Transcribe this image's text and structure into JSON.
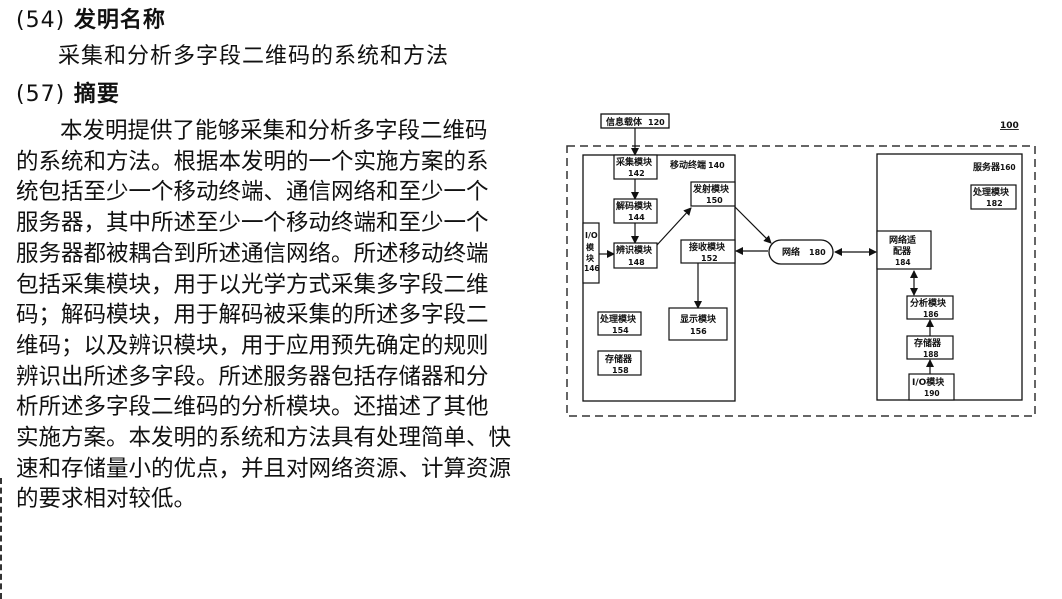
{
  "document": {
    "field_54": {
      "code": "(54)",
      "label": "发明名称"
    },
    "invention_title": "采集和分析多字段二维码的系统和方法",
    "field_57": {
      "code": "(57)",
      "label": "摘要"
    },
    "abstract_lines": [
      "本发明提供了能够采集和分析多字段二维码",
      "的系统和方法。根据本发明的一个实施方案的系",
      "统包括至少一个移动终端、通信网络和至少一个",
      "服务器，其中所述至少一个移动终端和至少一个",
      "服务器都被耦合到所述通信网络。所述移动终端",
      "包括采集模块，用于以光学方式采集多字段二维",
      "码；解码模块，用于解码被采集的所述多字段二",
      "维码；以及辨识模块，用于应用预先确定的规则",
      "辨识出所述多字段。所述服务器包括存储器和分",
      "析所述多字段二维码的分析模块。还描述了其他",
      "实施方案。本发明的系统和方法具有处理简单、快",
      "速和存储量小的优点，并且对网络资源、计算资源",
      "的要求相对较低。"
    ]
  },
  "figure": {
    "system_ref": "100",
    "info_carrier": {
      "name": "信息载体",
      "ref": "120"
    },
    "mobile_terminal": {
      "name": "移动终端",
      "ref": "140",
      "capture": {
        "name": "采集模块",
        "ref": "142"
      },
      "decode": {
        "name": "解码模块",
        "ref": "144"
      },
      "io": {
        "name_lines": [
          "I/O",
          "模",
          "块"
        ],
        "ref": "146"
      },
      "identify": {
        "name": "辨识模块",
        "ref": "148"
      },
      "transmit": {
        "name": "发射模块",
        "ref": "150"
      },
      "receive": {
        "name": "接收模块",
        "ref": "152"
      },
      "processing": {
        "name": "处理模块",
        "ref": "154"
      },
      "display": {
        "name": "显示模块",
        "ref": "156"
      },
      "storage": {
        "name": "存储器",
        "ref": "158"
      }
    },
    "network": {
      "name": "网络",
      "ref": "180"
    },
    "server": {
      "name": "服务器",
      "ref": "160",
      "processing": {
        "name": "处理模块",
        "ref": "182"
      },
      "adapter": {
        "name_lines": [
          "网络适",
          "配器"
        ],
        "ref": "184"
      },
      "analysis": {
        "name": "分析模块",
        "ref": "186"
      },
      "storage": {
        "name": "存储器",
        "ref": "188"
      },
      "io": {
        "name": "I/O模块",
        "ref": "190"
      }
    }
  }
}
